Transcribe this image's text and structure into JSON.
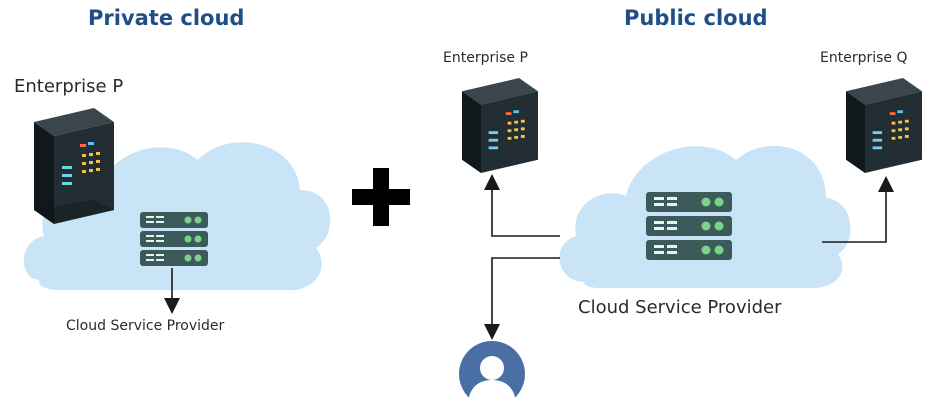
{
  "private_section": {
    "title": "Private cloud",
    "enterprise_label": "Enterprise P",
    "provider_label": "Cloud Service Provider"
  },
  "public_section": {
    "title": "Public cloud",
    "enterprise_p_label": "Enterprise P",
    "enterprise_q_label": "Enterprise Q",
    "provider_label": "Cloud Service Provider"
  },
  "colors": {
    "title": "#1f4e89",
    "cloud": "#c9e4f6",
    "server_rack": "#1f2a30",
    "server_unit": "#3d5a5a",
    "server_dot": "#7bd389",
    "user_avatar": "#4a6fa5"
  },
  "icons": [
    "server-tower-icon",
    "server-stack-icon",
    "plus-icon",
    "user-avatar-icon",
    "cloud-shape"
  ]
}
